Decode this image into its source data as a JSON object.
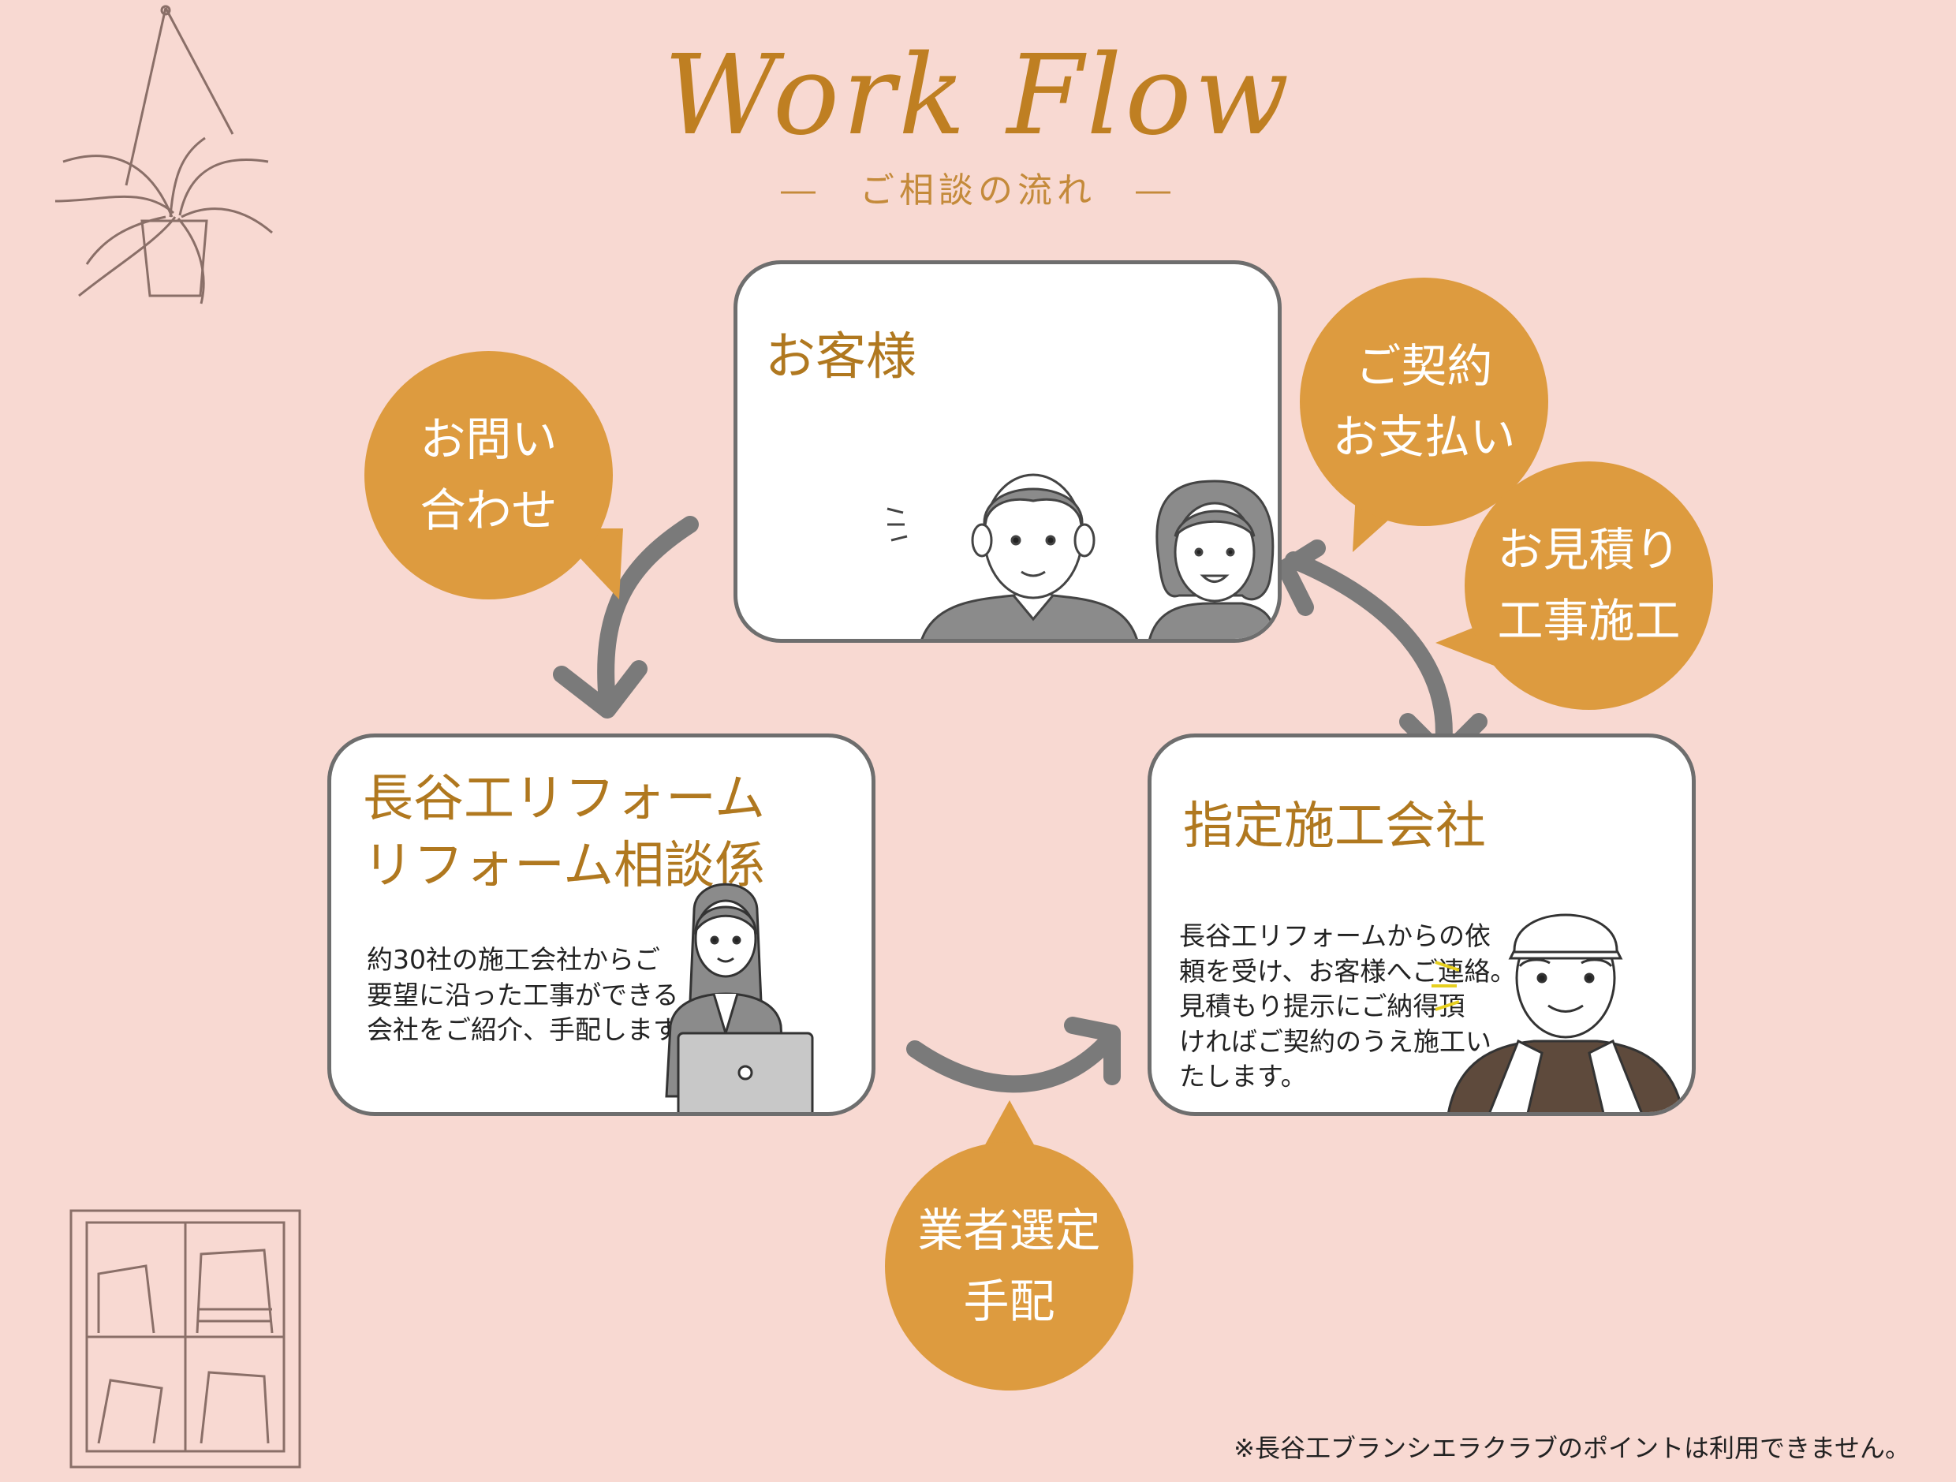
{
  "header": {
    "title": "Work Flow",
    "subtitle": "―　ご相談の流れ　―"
  },
  "nodes": {
    "customer": {
      "title": "お客様"
    },
    "reform": {
      "title_line1": "長谷工リフォーム",
      "title_line2": "リフォーム相談係",
      "desc": [
        "約30社の施工会社からご",
        "要望に沿った工事ができる",
        "会社をご紹介、手配します。"
      ]
    },
    "contractor": {
      "title": "指定施工会社",
      "desc": [
        "長谷工リフォームからの依",
        "頼を受け、お客様へご連絡。",
        "見積もり提示にご納得頂",
        "ければご契約のうえ施工い",
        "たします。"
      ]
    }
  },
  "bubbles": {
    "inquiry": [
      "お問い",
      "合わせ"
    ],
    "contract": [
      "ご契約",
      "お支払い"
    ],
    "estimate": [
      "お見積り",
      "工事施工"
    ],
    "selection": [
      "業者選定",
      "手配"
    ]
  },
  "footer": {
    "note": "※長谷工ブランシエラクラブのポイントは利用できません。"
  },
  "colors": {
    "background": "#f8d9d2",
    "accent": "#dd9b3f",
    "title": "#bf7f22",
    "arrow": "#7a7a7a"
  },
  "icons": [
    "hanging-plant-icon",
    "bookshelf-icon",
    "elderly-couple-icon",
    "office-worker-icon",
    "construction-worker-icon"
  ]
}
